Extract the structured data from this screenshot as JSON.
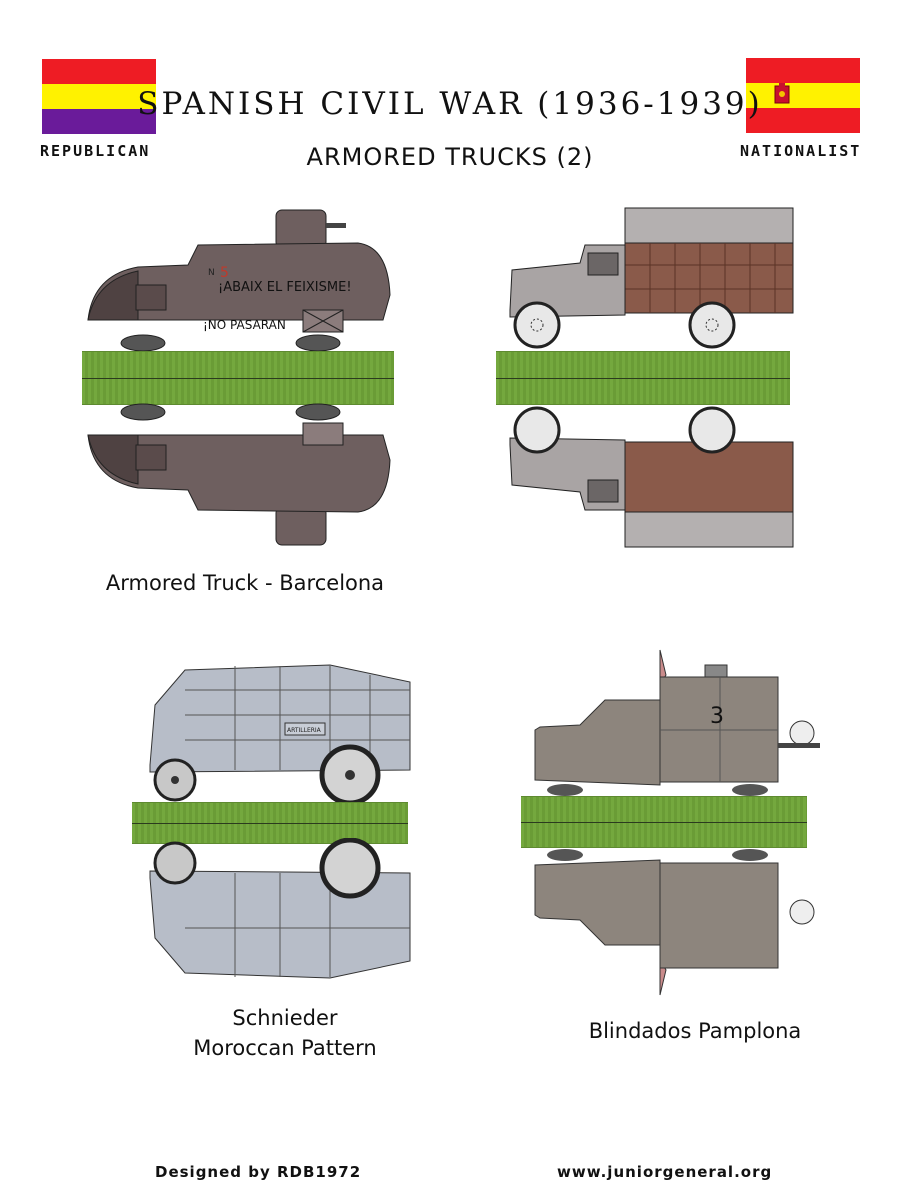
{
  "header": {
    "title": "SPANISH CIVIL WAR (1936-1939)",
    "subtitle": "ARMORED TRUCKS (2)"
  },
  "flags": {
    "left": {
      "label": "REPUBLICAN",
      "colors": [
        "#ee1c24",
        "#fff200",
        "#6a1b9a"
      ]
    },
    "right": {
      "label": "NATIONALIST",
      "colors": [
        "#ee1c24",
        "#fff200",
        "#ee1c24"
      ]
    }
  },
  "vehicles": [
    {
      "caption": [
        "Armored Truck - Barcelona"
      ],
      "slogans": [
        "¡ABAIX EL FEIXISME!",
        "¡NO PASARAN"
      ],
      "number": "5",
      "number_prefix": "N",
      "color": "#6e5f5f"
    },
    {
      "caption": [],
      "color": "#a9a4a4"
    },
    {
      "caption": [
        "Schnieder",
        "Moroccan Pattern"
      ],
      "marking": "ARTILLERIA",
      "color": "#b7bdc8"
    },
    {
      "caption": [
        "Blindados Pamplona"
      ],
      "number": "3",
      "color": "#8d857d"
    }
  ],
  "footer": {
    "credit": "Designed by RDB1972",
    "site": "www.juniorgeneral.org"
  }
}
